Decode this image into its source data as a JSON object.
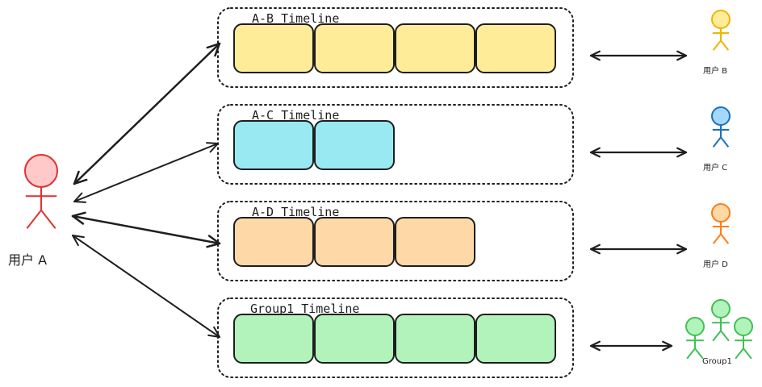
{
  "user_a": {
    "label": "用户 A",
    "color": "#e03131",
    "fill": "#ffc9c9"
  },
  "timelines": [
    {
      "title": "A-B Timeline",
      "message_count": 4,
      "block_fill": "#ffec99",
      "peer": {
        "label": "用户 B",
        "color": "#f0b400",
        "fill": "#ffec99",
        "kind": "single"
      }
    },
    {
      "title": "A-C Timeline",
      "message_count": 2,
      "block_fill": "#99e9f2",
      "peer": {
        "label": "用户 C",
        "color": "#1971c2",
        "fill": "#a5d8ff",
        "kind": "single"
      }
    },
    {
      "title": "A-D Timeline",
      "message_count": 3,
      "block_fill": "#ffd8a8",
      "peer": {
        "label": "用户 D",
        "color": "#fd7e14",
        "fill": "#ffd8a8",
        "kind": "single"
      }
    },
    {
      "title": "Group1 Timeline",
      "message_count": 4,
      "block_fill": "#b2f2bb",
      "peer": {
        "label": "Group1",
        "color": "#40c057",
        "fill": "#b2f2bb",
        "kind": "group"
      }
    }
  ]
}
